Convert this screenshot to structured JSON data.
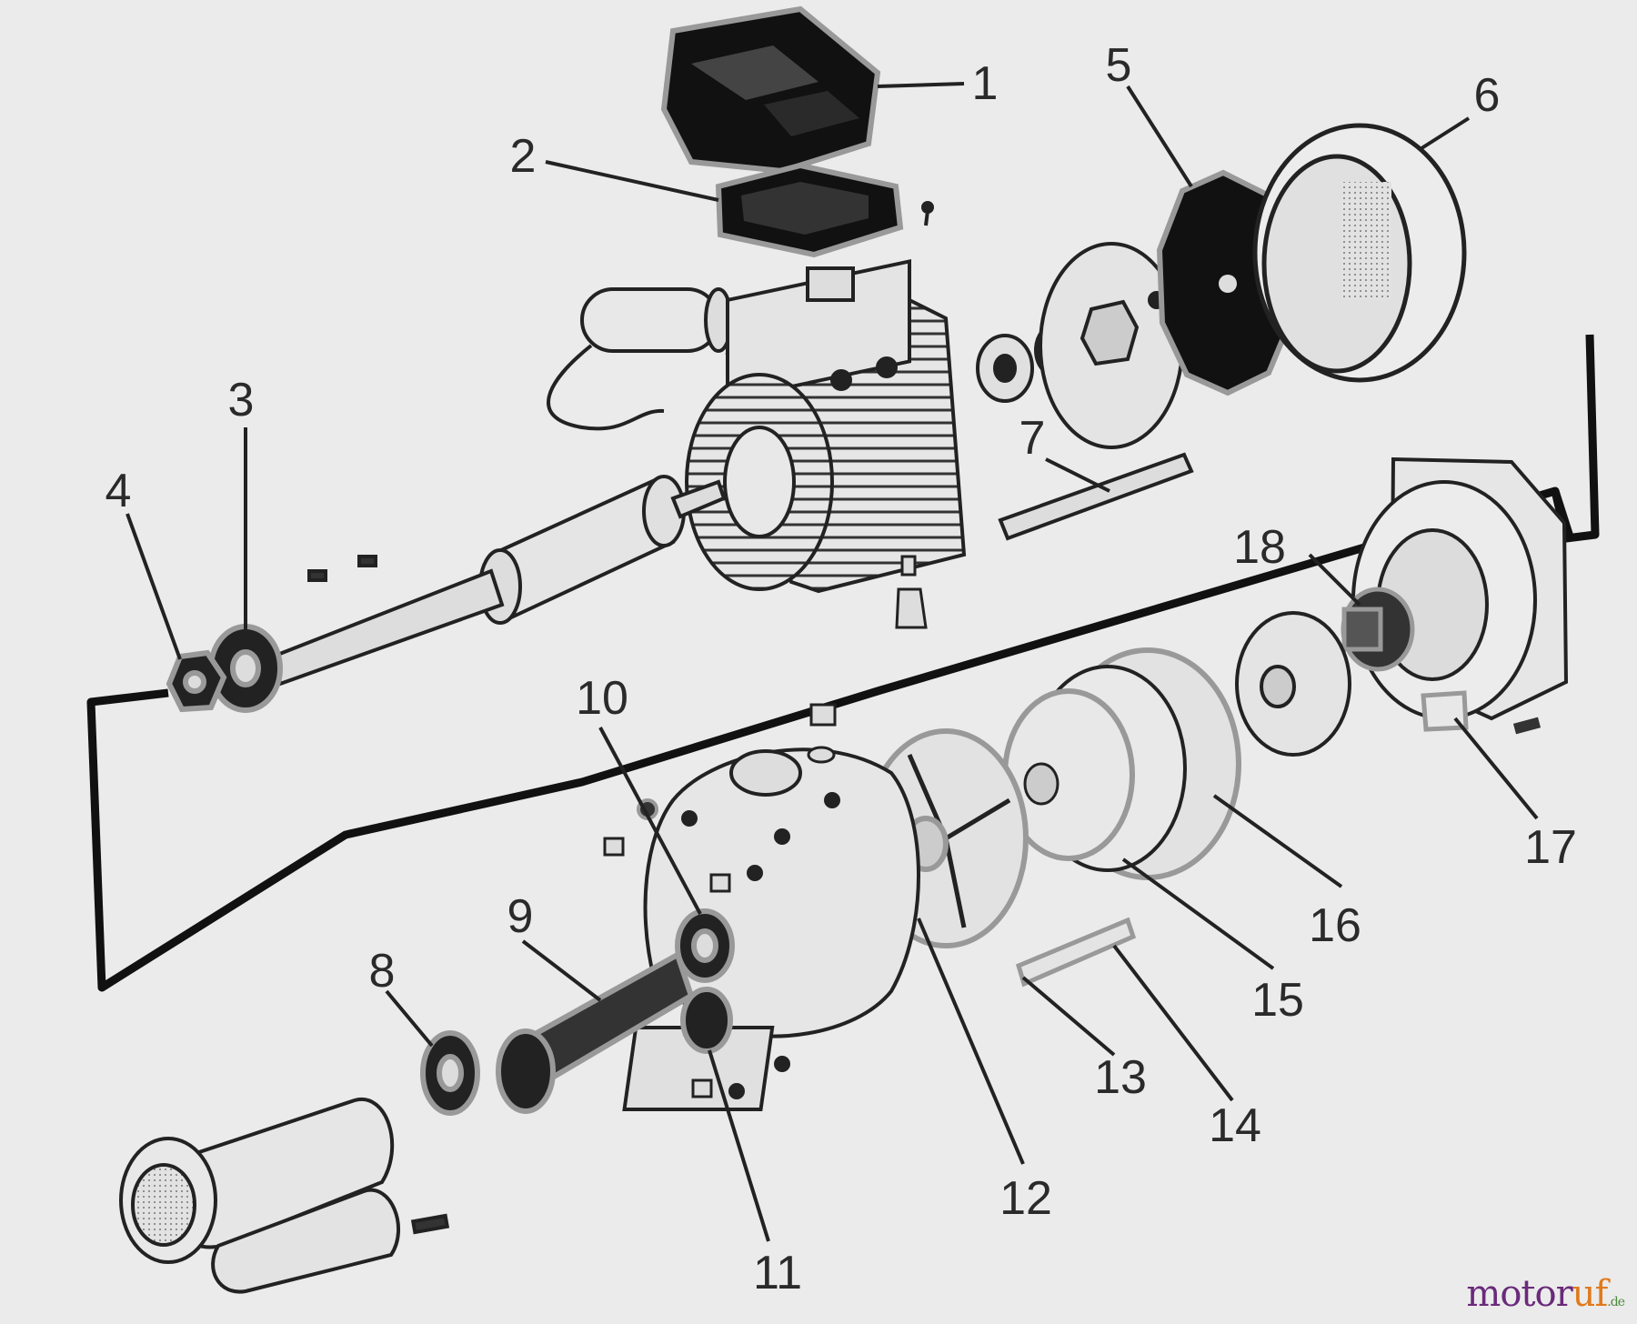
{
  "callouts": [
    "1",
    "2",
    "3",
    "4",
    "5",
    "6",
    "7",
    "8",
    "9",
    "10",
    "11",
    "12",
    "13",
    "14",
    "15",
    "16",
    "17",
    "18"
  ],
  "watermark": {
    "main": "motor",
    "accent": "uf",
    "tld": ".de"
  }
}
